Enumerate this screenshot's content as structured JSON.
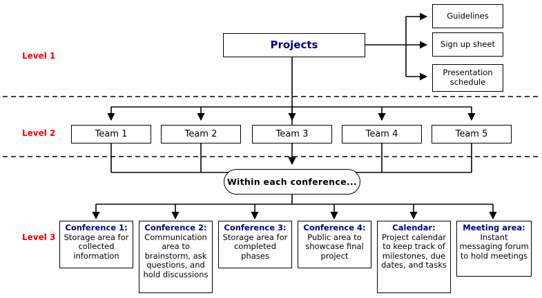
{
  "diagram": {
    "title_root": "Projects",
    "levels": [
      {
        "id": "level-1",
        "label": "Level 1"
      },
      {
        "id": "level-2",
        "label": "Level 2"
      },
      {
        "id": "level-3",
        "label": "Level 3"
      }
    ],
    "documents": [
      {
        "id": "doc-guidelines",
        "label": "Guidelines"
      },
      {
        "id": "doc-signup-sheet",
        "label": "Sign up sheet"
      },
      {
        "id": "doc-presentation-schedule",
        "label": "Presentation\nschedule"
      }
    ],
    "teams": [
      {
        "id": "team-1",
        "label": "Team 1"
      },
      {
        "id": "team-2",
        "label": "Team 2"
      },
      {
        "id": "team-3",
        "label": "Team 3"
      },
      {
        "id": "team-4",
        "label": "Team 4"
      },
      {
        "id": "team-5",
        "label": "Team 5"
      }
    ],
    "conference_header": "Within each conference...",
    "conferences": [
      {
        "id": "conference-1",
        "title": "Conference 1:",
        "body": "Storage area for collected information"
      },
      {
        "id": "conference-2",
        "title": "Conference 2:",
        "body": "Communication area to brainstorm, ask questions, and hold discussions"
      },
      {
        "id": "conference-3",
        "title": "Conference 3:",
        "body": "Storage area for completed phases"
      },
      {
        "id": "conference-4",
        "title": "Conference 4:",
        "body": "Public area to showcase final project"
      },
      {
        "id": "calendar",
        "title": "Calendar:",
        "body": "Project calendar to keep track of milestones, due dates, and tasks"
      },
      {
        "id": "meeting-area",
        "title": "Meeting area:",
        "body": "Instant messaging forum to hold meetings"
      }
    ],
    "colors": {
      "level_label": "#ff0000",
      "node_title": "#00007f",
      "line": "#000000",
      "background": "#ffffff",
      "dogear_fill": "#c0c0c0"
    }
  }
}
